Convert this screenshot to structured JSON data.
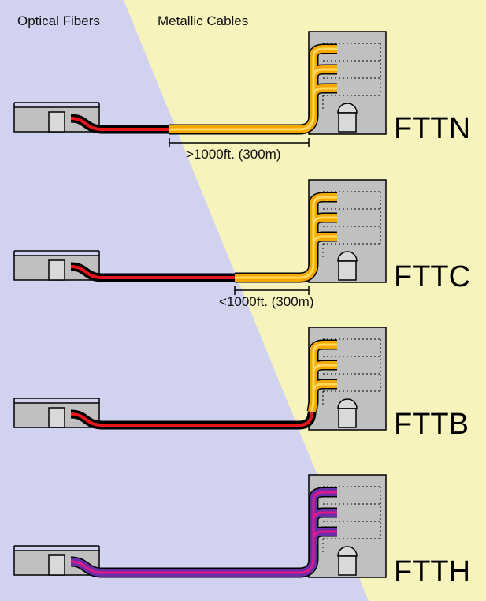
{
  "header": {
    "left_label": "Optical Fibers",
    "right_label": "Metallic Cables"
  },
  "colors": {
    "optical_bg": "#d0d2f0",
    "metallic_bg": "#f7f3bd",
    "building": "#c0c0c0",
    "fiber_core": "#e8151b",
    "copper_outer": "#f5a800",
    "copper_core": "#ffd860",
    "ftth_outer": "#6a2ea8",
    "ftth_core": "#e0188a"
  },
  "panels": [
    {
      "label": "FTTN",
      "distance": ">1000ft. (300m)",
      "medium": "copper-long"
    },
    {
      "label": "FTTC",
      "distance": "<1000ft. (300m)",
      "medium": "copper-short"
    },
    {
      "label": "FTTB",
      "distance": "",
      "medium": "fiber-to-building"
    },
    {
      "label": "FTTH",
      "distance": "",
      "medium": "fiber-to-home"
    }
  ]
}
